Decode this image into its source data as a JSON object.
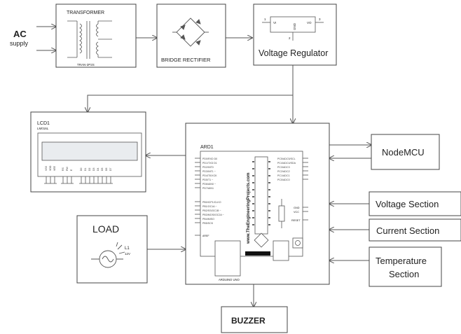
{
  "ac": {
    "title": "AC",
    "subtitle": "supply"
  },
  "transformer": {
    "title": "TRANSFORMER",
    "part": "TRAN-2P2S"
  },
  "rectifier": {
    "label": "BRIDGE RECTIFIER"
  },
  "regulator": {
    "label": "Voltage Regulator",
    "pin_vi": "VI",
    "pin_vo": "VO",
    "pin_gnd": "GND",
    "pin1": "1",
    "pin2": "2",
    "pin3": "3"
  },
  "lcd": {
    "title": "LCD1",
    "part": "LM016L"
  },
  "arduino": {
    "title": "ARD1",
    "watermark": "www.TheEngineeringProjects.com",
    "board": "ARDUINO UNO",
    "reset": "RESET",
    "gnd": "GND",
    "vcc": "VCC",
    "aref": "AREF"
  },
  "load": {
    "title": "LOAD",
    "ref": "L1",
    "rating": "12V"
  },
  "nodemcu": {
    "label": "NodeMCU"
  },
  "voltage": {
    "label": "Voltage Section"
  },
  "current": {
    "label": "Current Section"
  },
  "temperature": {
    "line1": "Temperature",
    "line2": "Section"
  },
  "buzzer": {
    "label": "BUZZER"
  },
  "colors": {
    "line": "#555555",
    "box": "#444444",
    "lcd_screen": "#e9ecef"
  }
}
